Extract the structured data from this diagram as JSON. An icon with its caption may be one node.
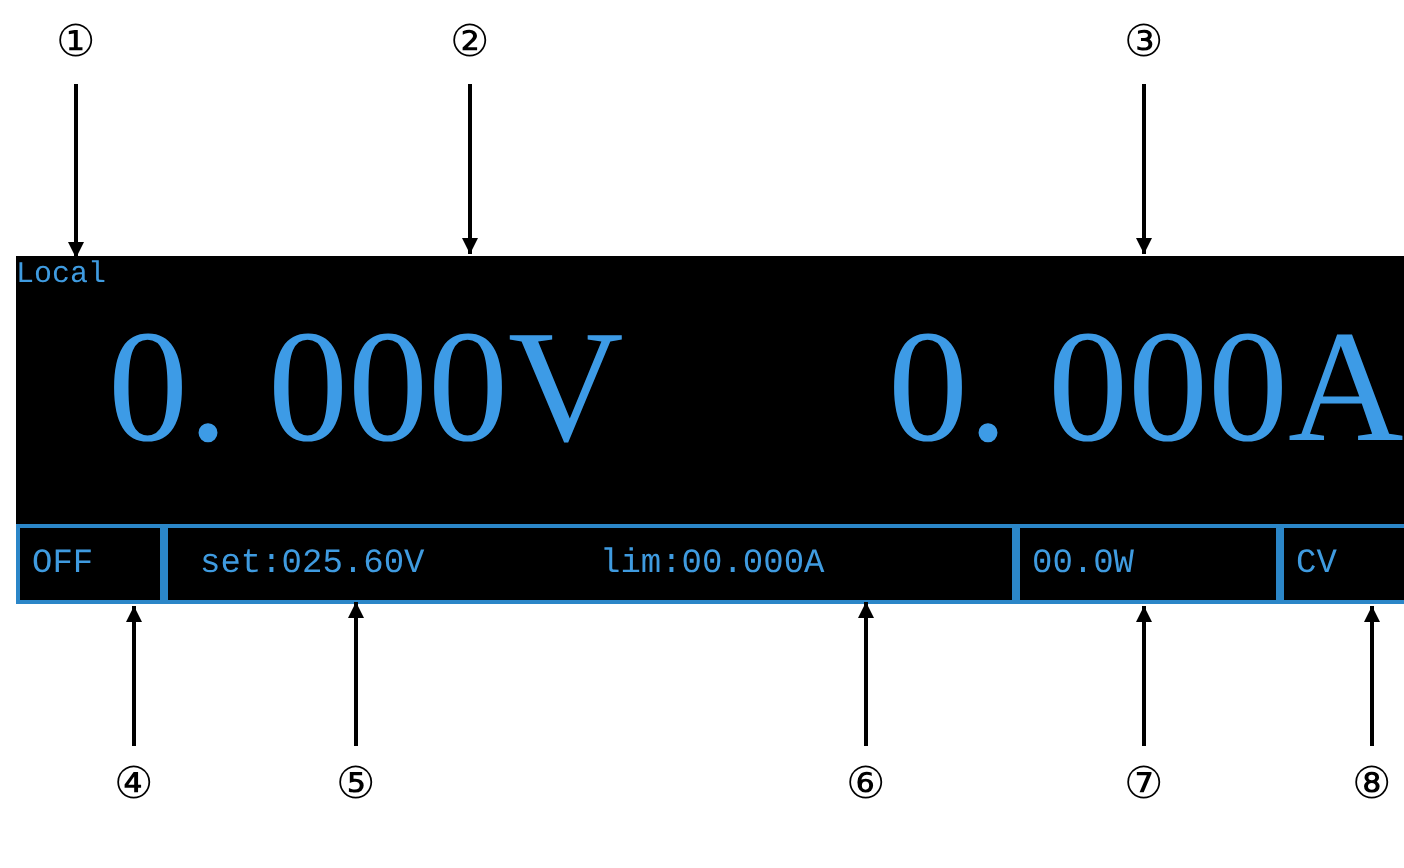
{
  "diagram": {
    "nodes": [
      {
        "text": [
          "①"
        ]
      },
      {
        "text": [
          "②"
        ]
      },
      {
        "text": [
          "③"
        ]
      },
      {
        "text": [],
        "shape": "box"
      },
      {
        "text": [
          "Local"
        ],
        "in": 3
      },
      {
        "text": [
          "0. 000V"
        ],
        "in": 3
      },
      {
        "text": [
          "0. 000A"
        ],
        "in": 3
      },
      {
        "text": [
          "OFF"
        ],
        "in": 3
      },
      {
        "text": [],
        "shape": "box",
        "in": 3
      },
      {
        "text": [
          "set:025.60V"
        ],
        "in": 8
      },
      {
        "text": [
          "lim:00.000A"
        ],
        "in": 8
      },
      {
        "text": [
          "00.0W"
        ],
        "in": 3
      },
      {
        "text": [
          "CV"
        ],
        "in": 3
      },
      {
        "text": [
          "④"
        ]
      },
      {
        "text": [
          "⑤"
        ]
      },
      {
        "text": [
          "⑥"
        ]
      },
      {
        "text": [
          "⑦"
        ]
      },
      {
        "text": [
          "⑧"
        ]
      }
    ],
    "edges": [
      {
        "from": 0,
        "to": 4,
        "arrow": "to"
      },
      {
        "from": 1,
        "to": 5,
        "arrow": "to"
      },
      {
        "from": 2,
        "to": 6,
        "arrow": "to"
      },
      {
        "from": 13,
        "to": 7,
        "arrow": "to"
      },
      {
        "from": 14,
        "to": 9,
        "arrow": "to"
      },
      {
        "from": 15,
        "to": 10,
        "arrow": "to"
      },
      {
        "from": 16,
        "to": 11,
        "arrow": "to"
      },
      {
        "from": 17,
        "to": 12,
        "arrow": "to"
      }
    ]
  }
}
